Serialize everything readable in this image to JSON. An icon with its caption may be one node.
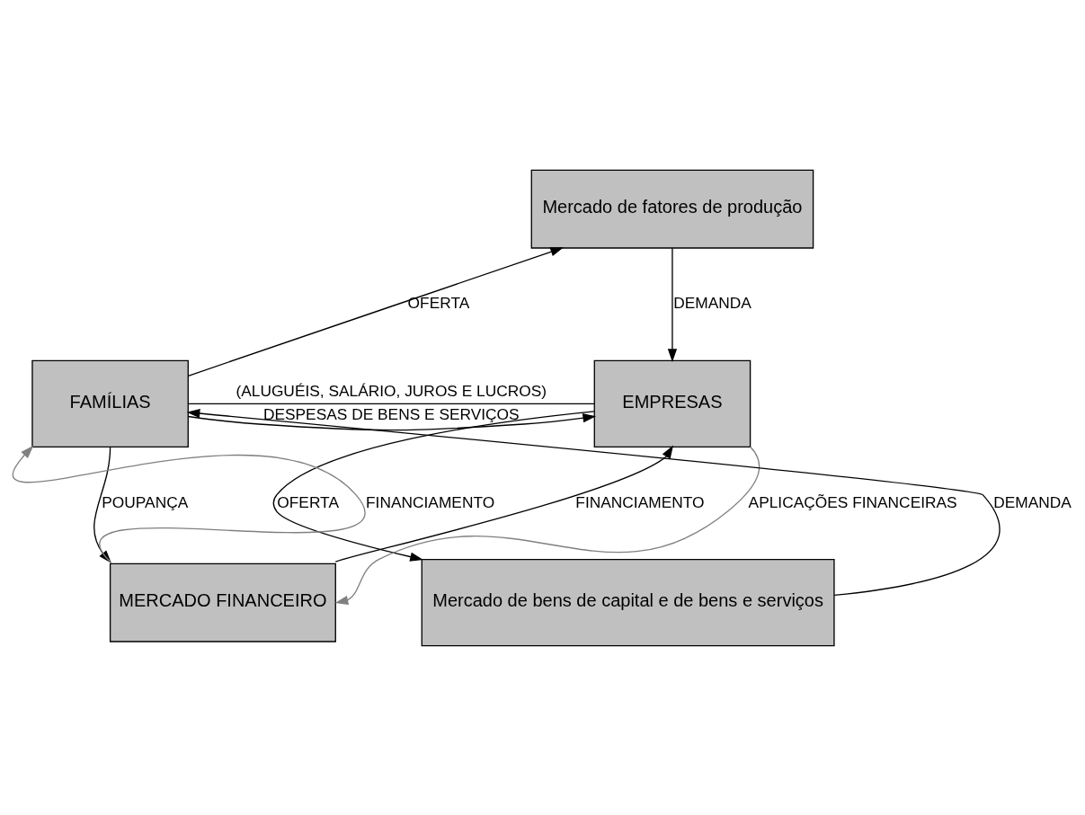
{
  "diagram": {
    "nodes": [
      {
        "text": [
          "FAMÍLIAS"
        ]
      },
      {
        "text": [
          "Mercado de fatores de produção"
        ]
      },
      {
        "text": [
          "EMPRESAS"
        ]
      },
      {
        "text": [
          "Mercado de bens de capital e de bens e serviços"
        ]
      },
      {
        "text": [
          "MERCADO FINANCEIRO"
        ]
      }
    ],
    "edges": [
      {
        "from": 0,
        "to": 2,
        "arrow": "none",
        "label": "(ALUGUÉIS, SALÁRIO, JUROS E LUCROS)"
      },
      {
        "from": 0,
        "to": 1,
        "arrow": "to",
        "label": "OFERTA"
      },
      {
        "from": 1,
        "to": 2,
        "arrow": "to",
        "label": "DEMANDA"
      },
      {
        "from": 3,
        "to": 0,
        "arrow": "to",
        "label": "DEMANDA"
      },
      {
        "from": 2,
        "to": 3,
        "arrow": "to",
        "label": "OFERTA"
      },
      {
        "from": 0,
        "to": 2,
        "arrow": "to",
        "label": "DESPESAS DE BENS E SERVIÇOS"
      },
      {
        "from": 0,
        "to": 4,
        "arrow": "to",
        "label": "POUPANÇA"
      },
      {
        "from": 4,
        "to": 2,
        "arrow": "to",
        "label": "FINANCIAMENTO"
      },
      {
        "from": 4,
        "to": 0,
        "arrow": "to",
        "label": "FINANCIAMENTO",
        "color": "#808080"
      },
      {
        "from": 2,
        "to": 4,
        "arrow": "to",
        "label": "APLICAÇÕES FINANCEIRAS",
        "color": "#808080"
      }
    ]
  }
}
